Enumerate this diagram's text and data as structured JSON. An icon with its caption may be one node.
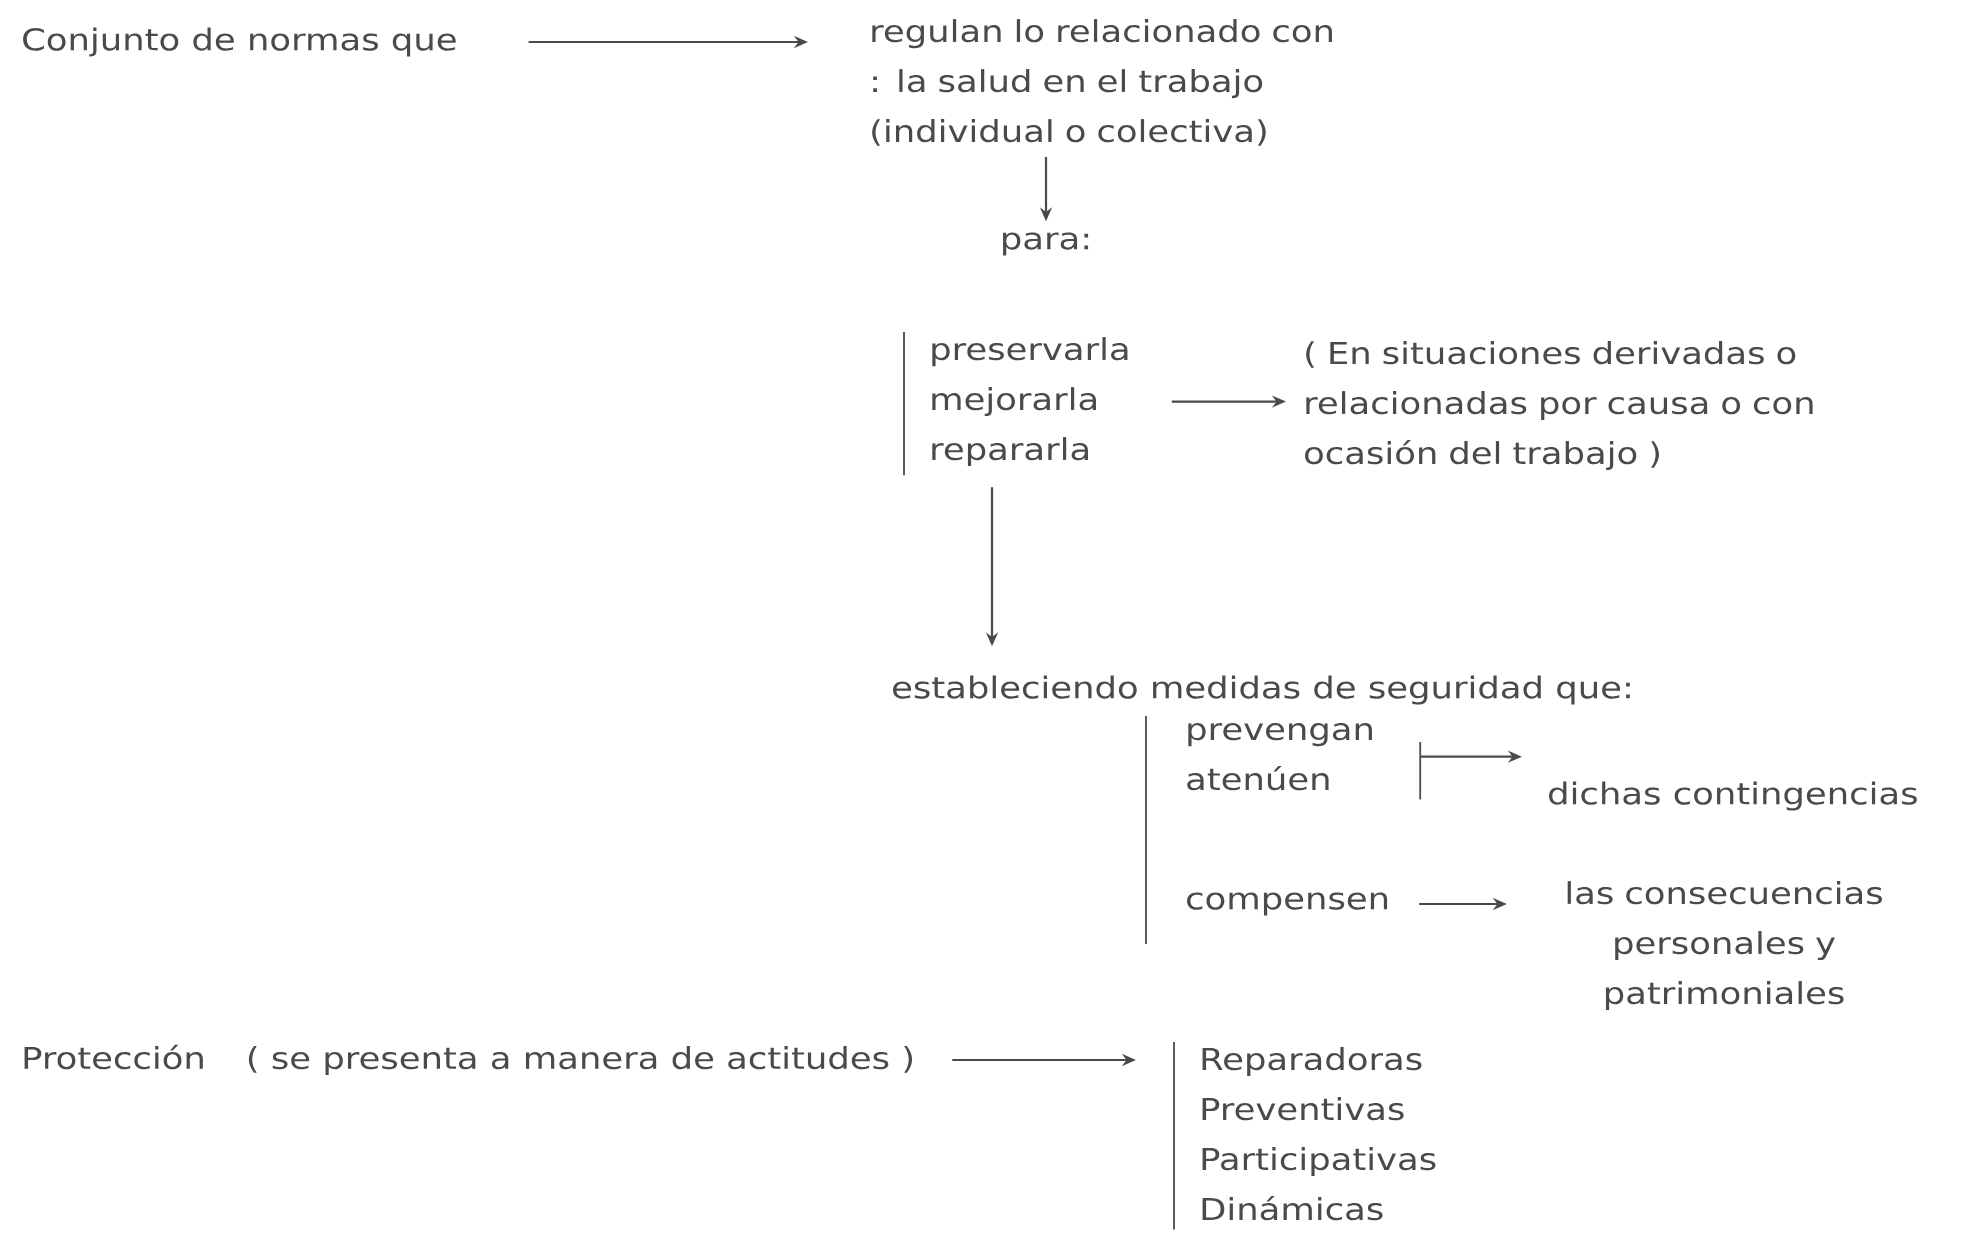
{
  "diagram": {
    "nodes": [
      {
        "text": [
          "Conjunto de normas que"
        ]
      },
      {
        "text": [
          "regulan lo relacionado con : la salud en el trabajo (individual o colectiva)"
        ]
      },
      {
        "text": [
          "para:"
        ]
      },
      {
        "text": [
          "preservarla",
          "mejorarla",
          "repararla"
        ]
      },
      {
        "text": [
          "( En situaciones derivadas o relacionadas por causa o con ocasión del trabajo )"
        ]
      },
      {
        "text": [
          "estableciendo medidas de seguridad que:"
        ]
      },
      {
        "text": [
          "prevengan",
          "atenúen"
        ]
      },
      {
        "text": [
          "dichas contingencias"
        ]
      },
      {
        "text": [
          "compensen"
        ]
      },
      {
        "text": [
          "las consecuencias personales y patrimoniales"
        ]
      },
      {
        "text": [
          "Protección",
          "( se presenta a manera de actitudes )"
        ]
      },
      {
        "text": [
          "Reparadoras",
          "Preventivas",
          "Participativas",
          "Dinámicas"
        ]
      }
    ],
    "edges": [
      {
        "from": 0,
        "to": 1,
        "arrow": "to"
      },
      {
        "from": 1,
        "to": 2,
        "arrow": "to"
      },
      {
        "from": 3,
        "to": 4,
        "arrow": "to"
      },
      {
        "from": 3,
        "to": 5,
        "arrow": "to"
      },
      {
        "from": 6,
        "to": 7,
        "arrow": "to"
      },
      {
        "from": 8,
        "to": 9,
        "arrow": "to"
      },
      {
        "from": 10,
        "to": 11,
        "arrow": "to"
      }
    ]
  }
}
